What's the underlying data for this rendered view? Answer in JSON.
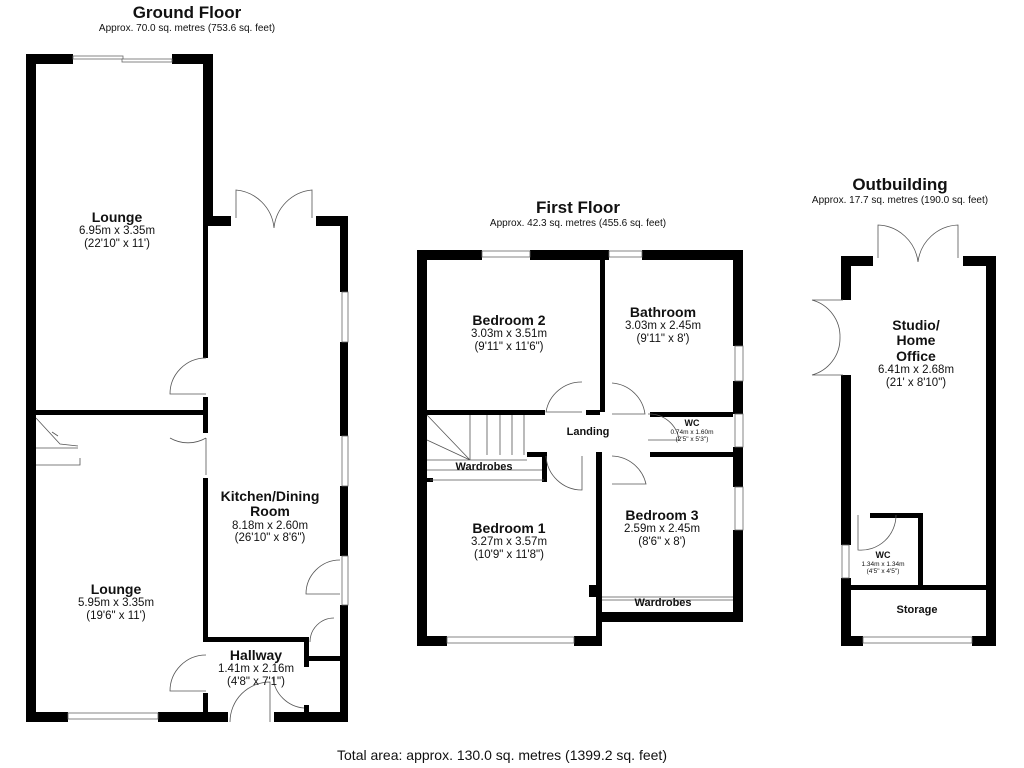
{
  "floors": {
    "ground": {
      "title": "Ground Floor",
      "area": "Approx. 70.0 sq. metres (753.6 sq. feet)",
      "rooms": [
        {
          "name": "Lounge",
          "metric": "6.95m x 3.35m",
          "imperial": "(22'10\" x 11')"
        },
        {
          "name": "Lounge",
          "metric": "5.95m x 3.35m",
          "imperial": "(19'6\" x 11')"
        },
        {
          "name": "Kitchen/Dining",
          "name2": "Room",
          "metric": "8.18m x 2.60m",
          "imperial": "(26'10\" x 8'6\")"
        },
        {
          "name": "Hallway",
          "metric": "1.41m x 2.16m",
          "imperial": "(4'8\" x 7'1\")"
        }
      ]
    },
    "first": {
      "title": "First Floor",
      "area": "Approx. 42.3 sq. metres (455.6 sq. feet)",
      "rooms": [
        {
          "name": "Bedroom 2",
          "metric": "3.03m x 3.51m",
          "imperial": "(9'11\" x 11'6\")"
        },
        {
          "name": "Bathroom",
          "metric": "3.03m x 2.45m",
          "imperial": "(9'11\" x 8')"
        },
        {
          "name": "Landing"
        },
        {
          "name": "WC",
          "metric": "0.74m x 1.60m",
          "imperial": "(2'5\" x 5'3\")"
        },
        {
          "name": "Wardrobes"
        },
        {
          "name": "Bedroom 1",
          "metric": "3.27m x 3.57m",
          "imperial": "(10'9\" x 11'8\")"
        },
        {
          "name": "Bedroom 3",
          "metric": "2.59m x 2.45m",
          "imperial": "(8'6\" x 8')"
        },
        {
          "name": "Wardrobes"
        }
      ]
    },
    "outbuilding": {
      "title": "Outbuilding",
      "area": "Approx. 17.7 sq. metres (190.0 sq. feet)",
      "rooms": [
        {
          "name": "Studio/",
          "name2": "Home",
          "name3": "Office",
          "metric": "6.41m x 2.68m",
          "imperial": "(21' x 8'10\")"
        },
        {
          "name": "WC",
          "metric": "1.34m x 1.34m",
          "imperial": "(4'5\" x 4'5\")"
        },
        {
          "name": "Storage"
        }
      ]
    }
  },
  "total_area": "Total area: approx. 130.0 sq. metres (1399.2 sq. feet)"
}
